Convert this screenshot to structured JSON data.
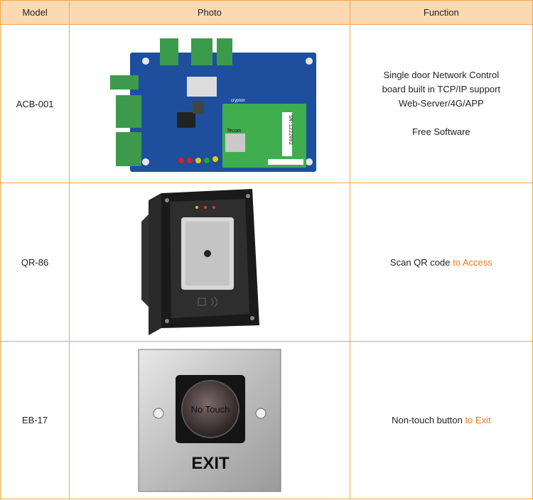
{
  "headers": {
    "model": "Model",
    "photo": "Photo",
    "function": "Function"
  },
  "rows": [
    {
      "model": "ACB-001",
      "function_lines": [
        "Single door Network Control",
        "board built in TCP/IP support",
        "Web-Server/4G/APP"
      ],
      "function_extra": "Free Software",
      "board_text": {
        "module_label": "crypton",
        "sn": "SN:1222882",
        "brand": "Tecom"
      }
    },
    {
      "model": "QR-86",
      "function_plain": "Scan QR code ",
      "function_highlight": "to Access"
    },
    {
      "model": "EB-17",
      "function_plain": "Non-touch button ",
      "function_highlight": "to Exit",
      "button_label": "No Touch",
      "exit_label": "EXIT"
    }
  ],
  "colors": {
    "border": "#f3a74d",
    "header_bg": "#fbd9b3",
    "highlight": "#ee7a1f",
    "pcb_blue": "#1d4f9e",
    "module_green": "#3fae4f"
  }
}
